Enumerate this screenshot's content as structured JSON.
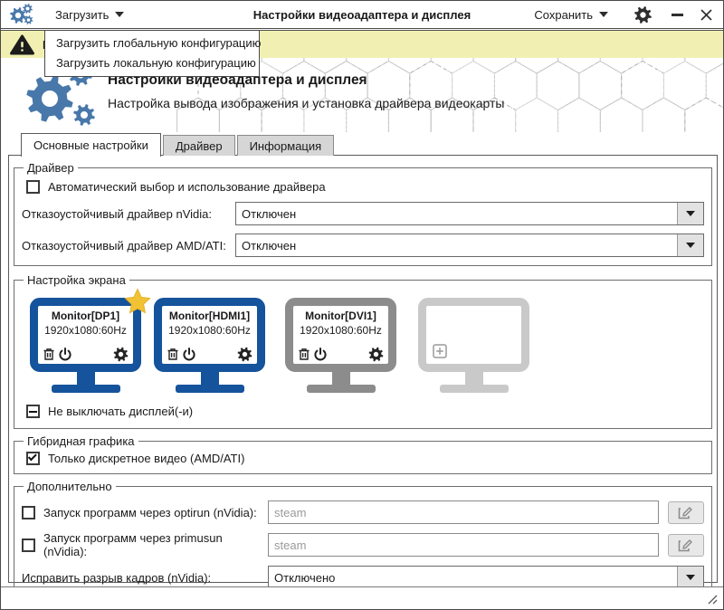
{
  "window": {
    "title": "Настройки видеоадаптера и дисплея",
    "load_label": "Загрузить",
    "save_label": "Сохранить"
  },
  "load_menu": {
    "items": [
      {
        "label": "Загрузить глобальную конфигурацию"
      },
      {
        "label": "Загрузить локальную конфигурацию"
      }
    ]
  },
  "warning_bar": {
    "visible_text": "В"
  },
  "banner": {
    "title": "Настройки видеоадаптера и дисплея",
    "subtitle": "Настройка вывода изображения и установка драйвера видеокарты"
  },
  "tabs": [
    {
      "label": "Основные настройки",
      "active": true
    },
    {
      "label": "Драйвер",
      "active": false
    },
    {
      "label": "Информация",
      "active": false
    }
  ],
  "driver_group": {
    "title": "Драйвер",
    "auto_checkbox_label": "Автоматический выбор и использование драйвера",
    "auto_checkbox_checked": false,
    "nvidia_label": "Отказоустойчивый драйвер nVidia:",
    "nvidia_value": "Отключен",
    "amd_label": "Отказоустойчивый драйвер AMD/ATI:",
    "amd_value": "Отключен"
  },
  "screen_group": {
    "title": "Настройка экрана",
    "monitors": [
      {
        "name": "Monitor[DP1]",
        "resolution": "1920x1080:60Hz",
        "primary": true,
        "frame_color": "#15539c"
      },
      {
        "name": "Monitor[HDMI1]",
        "resolution": "1920x1080:60Hz",
        "primary": false,
        "frame_color": "#15539c"
      },
      {
        "name": "Monitor[DVI1]",
        "resolution": "1920x1080:60Hz",
        "primary": false,
        "frame_color": "#8c8c8c"
      }
    ],
    "add_slot_color": "#c9c9c9",
    "keep_on_label": "Не выключать дисплей(-и)",
    "keep_on_state": "indeterminate"
  },
  "hybrid_group": {
    "title": "Гибридная графика",
    "discrete_label": "Только дискретное видео (AMD/ATI)",
    "discrete_checked": true
  },
  "extra_group": {
    "title": "Дополнительно",
    "optirun_label": "Запуск программ через optirun (nVidia):",
    "optirun_checked": false,
    "optirun_placeholder": "steam",
    "optirun_value": "",
    "primusun_label": "Запуск программ через primusun (nVidia):",
    "primusun_checked": false,
    "primusun_placeholder": "steam",
    "primusun_value": "",
    "tearing_label": "Исправить разрыв кадров (nVidia):",
    "tearing_value": "Отключено"
  },
  "icons": {
    "app_logo": "gears",
    "warning": "warning-triangle",
    "settings": "gear",
    "minimize": "minus",
    "close": "x",
    "menu_arrow": "chevron-down",
    "monitor_delete": "trash",
    "monitor_power": "power",
    "monitor_settings": "gear",
    "monitor_add": "plus-square",
    "primary_marker": "star",
    "edit": "pencil",
    "resize": "grip-diagonal"
  },
  "colors": {
    "accent_blue": "#4878aa",
    "monitor_blue": "#15539c",
    "monitor_gray": "#8c8c8c",
    "monitor_light_gray": "#c9c9c9",
    "star_gold": "#f1c233",
    "warning_bg": "#f1f0b2",
    "tab_inactive_bg": "#d6d6d6"
  }
}
